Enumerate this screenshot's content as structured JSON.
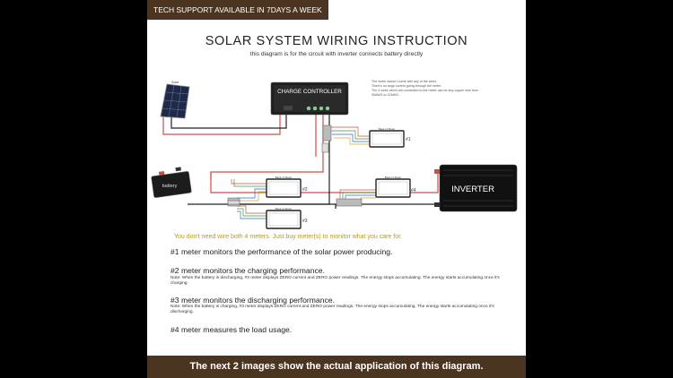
{
  "header": {
    "support_tag": "TECH SUPPORT AVAILABLE IN 7DAYS A WEEK"
  },
  "diagram": {
    "title": "SOLAR SYSTEM WIRING INSTRUCTION",
    "subtitle": "this diagram is for the circuit with inverter connects battery directly",
    "notes": [
      "The meter doesn't come with any of the wires.",
      "There's no large current going through the meter.",
      "The 4 wires which are connected to the meter can be any copper wire from",
      "30AWG to 22AWG."
    ],
    "labels": {
      "solar_panel": "Solar",
      "charge_controller": "CHARGE CONTROLLER",
      "battery": "battery",
      "inverter": "INVERTER",
      "meter_caption": "Back of Meter",
      "meter_1": "#1",
      "meter_2": "#2",
      "meter_3": "#3",
      "meter_4": "#4"
    },
    "tip": "You don't need wire both 4 meters. Just buy meter(s) to monitor what you care for."
  },
  "explanations": [
    {
      "text": "#1 meter monitors the performance of the solar power producing.",
      "note": ""
    },
    {
      "text": "#2 meter monitors the charging performance.",
      "note": "Note: When the battery is discharging, #2 meter displays ZERO current and ZERO power readings. The energy stops accumulating. The energy starts accumulating once it's charging."
    },
    {
      "text": "#3 meter monitors the discharging performance.",
      "note": "Note: When the battery is charging, #3 meter displays ZERO current and ZERO power readings. The energy stops accumulating. The energy starts accumulating once it's discharging."
    },
    {
      "text": "#4 meter measures the load usage.",
      "note": ""
    }
  ],
  "footer": {
    "text": "The next 2 images show the actual application of this diagram."
  },
  "colors": {
    "brand_brown": "#4b3420",
    "wire_red": "#c8504c",
    "wire_black": "#222222",
    "tip_gold": "#b8961e"
  }
}
